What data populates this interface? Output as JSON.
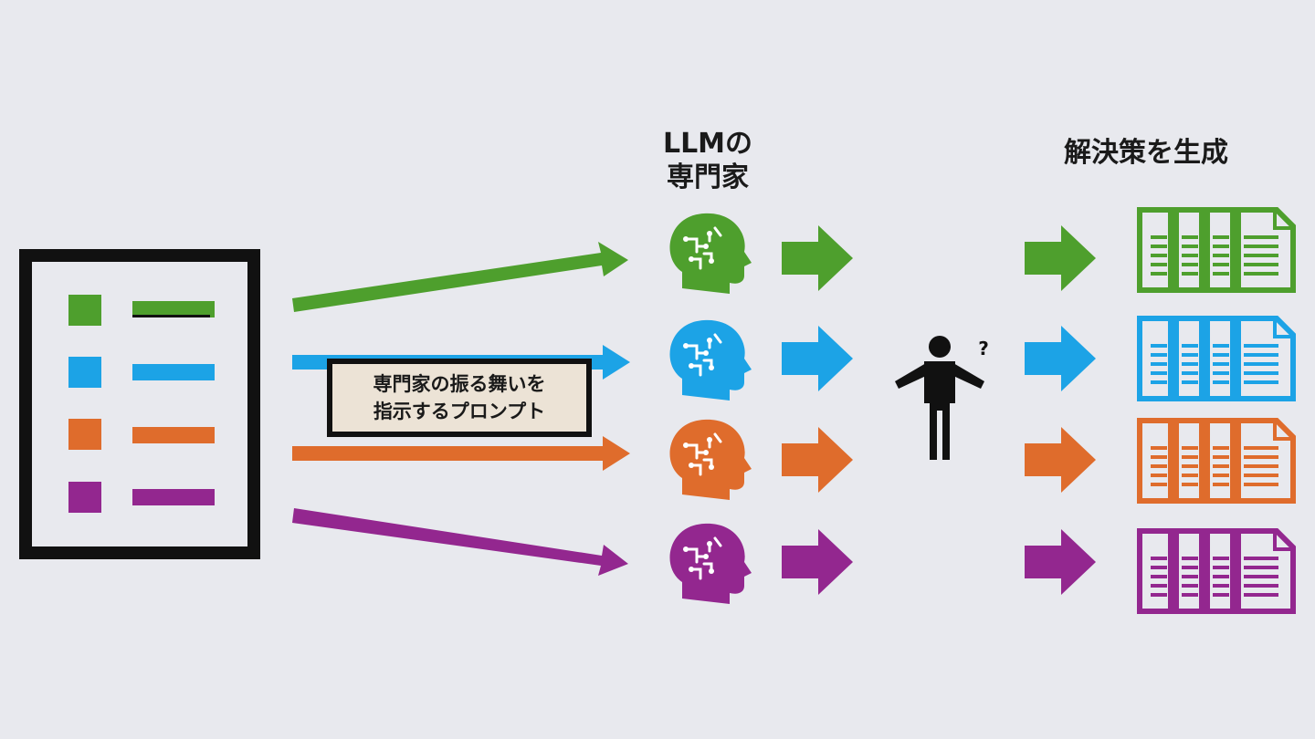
{
  "labels": {
    "experts_line1": "LLMの",
    "experts_line2": "専門家",
    "solution": "解決策を生成",
    "prompt_line1": "専門家の振る舞いを",
    "prompt_line2": "指示するプロンプト",
    "question_mark": "?"
  },
  "colors": {
    "background": "#e8e9ee",
    "black": "#111111",
    "prompt_fill": "#ece3d6",
    "green": "#4e9f2d",
    "blue": "#1ca3e6",
    "orange": "#df6c2c",
    "purple": "#93278f"
  },
  "rows": [
    {
      "name": "green",
      "color": "#4e9f2d"
    },
    {
      "name": "blue",
      "color": "#1ca3e6"
    },
    {
      "name": "orange",
      "color": "#df6c2c"
    },
    {
      "name": "purple",
      "color": "#93278f"
    }
  ],
  "icons": {
    "document": "list-document-icon",
    "expert": "brain-head-icon",
    "person": "confused-person-icon",
    "solution": "documents-icon"
  }
}
